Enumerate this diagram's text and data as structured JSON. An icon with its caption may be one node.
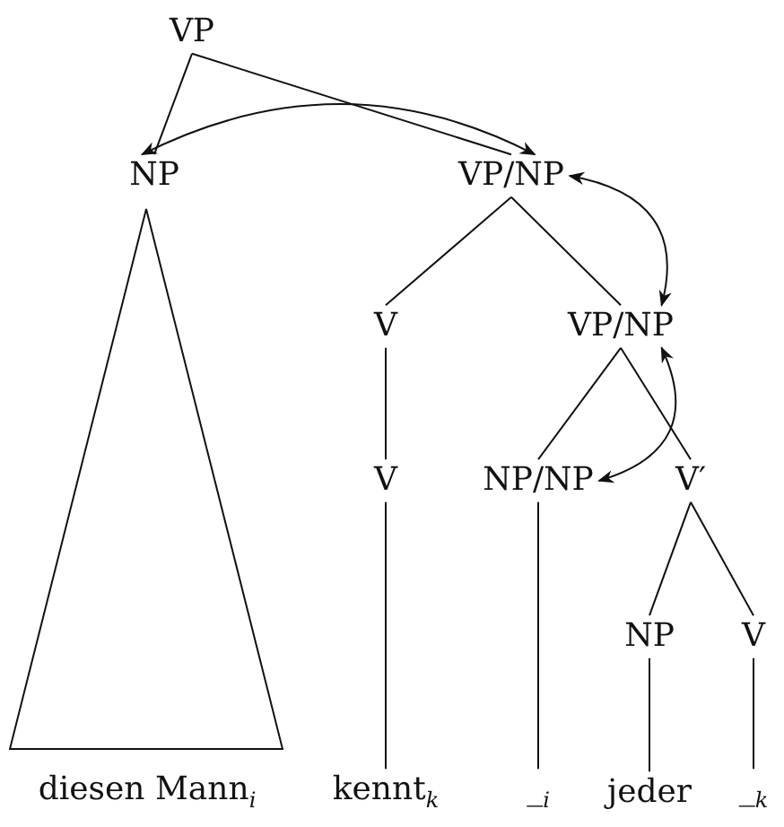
{
  "diagram": {
    "nodes": [
      {
        "text": [
          "VP"
        ]
      },
      {
        "text": [
          "NP"
        ]
      },
      {
        "text": [
          "VP/NP"
        ]
      },
      {
        "text": [
          "V"
        ]
      },
      {
        "text": [
          "VP/NP"
        ]
      },
      {
        "text": [
          "V"
        ]
      },
      {
        "text": [
          "NP/NP"
        ]
      },
      {
        "text": [
          "V′"
        ]
      },
      {
        "text": [
          "NP"
        ]
      },
      {
        "text": [
          "V"
        ]
      },
      {
        "text": [
          "diesen Mann$_{i}$"
        ]
      },
      {
        "text": [
          "kennt$_{k}$"
        ]
      },
      {
        "text": [
          "_$_{i}$"
        ]
      },
      {
        "text": [
          "jeder"
        ]
      },
      {
        "text": [
          "_$_{k}$"
        ]
      },
      {
        "text": [],
        "shape": "triangle"
      }
    ],
    "edges": [
      {
        "from": 0,
        "to": 1,
        "arrow": "none"
      },
      {
        "from": 0,
        "to": 2,
        "arrow": "none"
      },
      {
        "from": 2,
        "to": 3,
        "arrow": "none"
      },
      {
        "from": 2,
        "to": 4,
        "arrow": "none"
      },
      {
        "from": 3,
        "to": 5,
        "arrow": "none"
      },
      {
        "from": 4,
        "to": 6,
        "arrow": "none"
      },
      {
        "from": 4,
        "to": 7,
        "arrow": "none"
      },
      {
        "from": 5,
        "to": 11,
        "arrow": "none"
      },
      {
        "from": 6,
        "to": 12,
        "arrow": "none"
      },
      {
        "from": 7,
        "to": 8,
        "arrow": "none"
      },
      {
        "from": 7,
        "to": 9,
        "arrow": "none"
      },
      {
        "from": 8,
        "to": 13,
        "arrow": "none"
      },
      {
        "from": 9,
        "to": 14,
        "arrow": "none"
      },
      {
        "from": 1,
        "to": 2,
        "arrow": "both"
      },
      {
        "from": 2,
        "to": 4,
        "arrow": "both"
      },
      {
        "from": 4,
        "to": 6,
        "arrow": "both"
      }
    ]
  }
}
